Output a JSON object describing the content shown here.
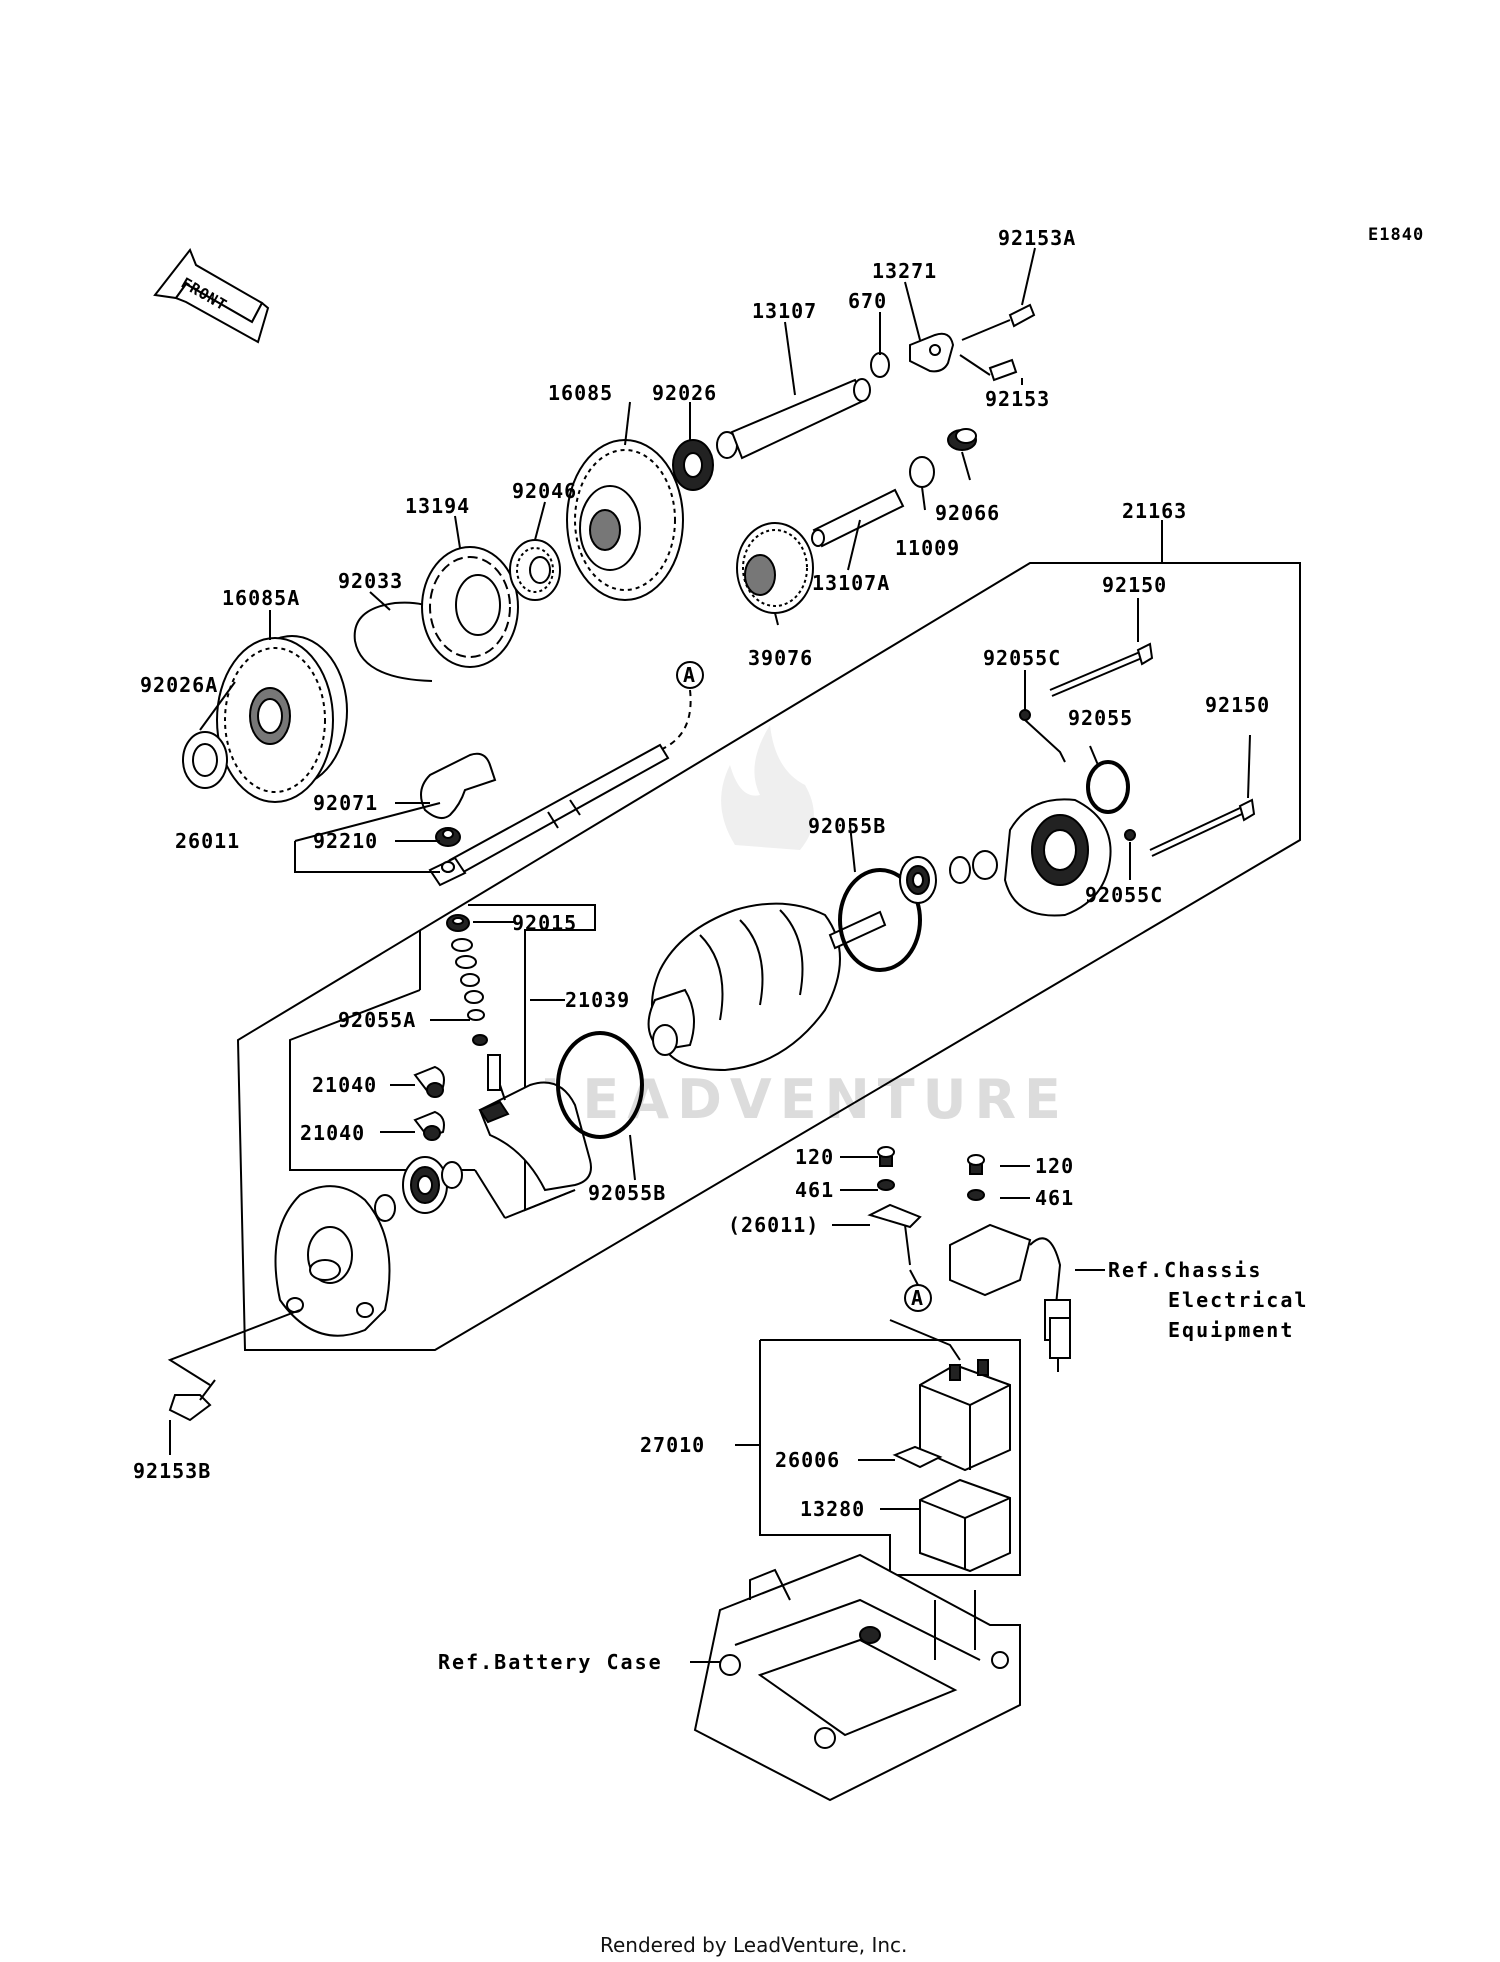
{
  "diagram_code": "E1840",
  "front_label": "FRONT",
  "watermark": "LEADVENTURE",
  "footer": "Rendered by LeadVenture, Inc.",
  "callouts": {
    "p92153A": "92153A",
    "p13271": "13271",
    "p670": "670",
    "p13107": "13107",
    "p92153": "92153",
    "p16085": "16085",
    "p92026": "92026",
    "p92046": "92046",
    "p13194": "13194",
    "p92033": "92033",
    "p16085A": "16085A",
    "p92026A": "92026A",
    "p92066": "92066",
    "p11009": "11009",
    "p13107A": "13107A",
    "p39076": "39076",
    "p21163": "21163",
    "p92150_top": "92150",
    "p92055C_top": "92055C",
    "p92055": "92055",
    "p92150_right": "92150",
    "p92055C_bottom": "92055C",
    "ref_A_top": "A",
    "p92071": "92071",
    "p26011": "26011",
    "p92210": "92210",
    "p92015": "92015",
    "p92055B_top": "92055B",
    "p21039": "21039",
    "p92055A": "92055A",
    "p21040_a": "21040",
    "p21040_b": "21040",
    "p92055B_bottom": "92055B",
    "p120_left": "120",
    "p461_left": "461",
    "p26011_paren": "(26011)",
    "ref_A_bottom": "A",
    "p120_right": "120",
    "p461_right": "461",
    "p27010": "27010",
    "p26006": "26006",
    "p13280": "13280",
    "p92153B": "92153B"
  },
  "refs": {
    "chassis_line1": "Ref.Chassis",
    "chassis_line2": "Electrical",
    "chassis_line3": "Equipment",
    "battery_case": "Ref.Battery Case"
  }
}
